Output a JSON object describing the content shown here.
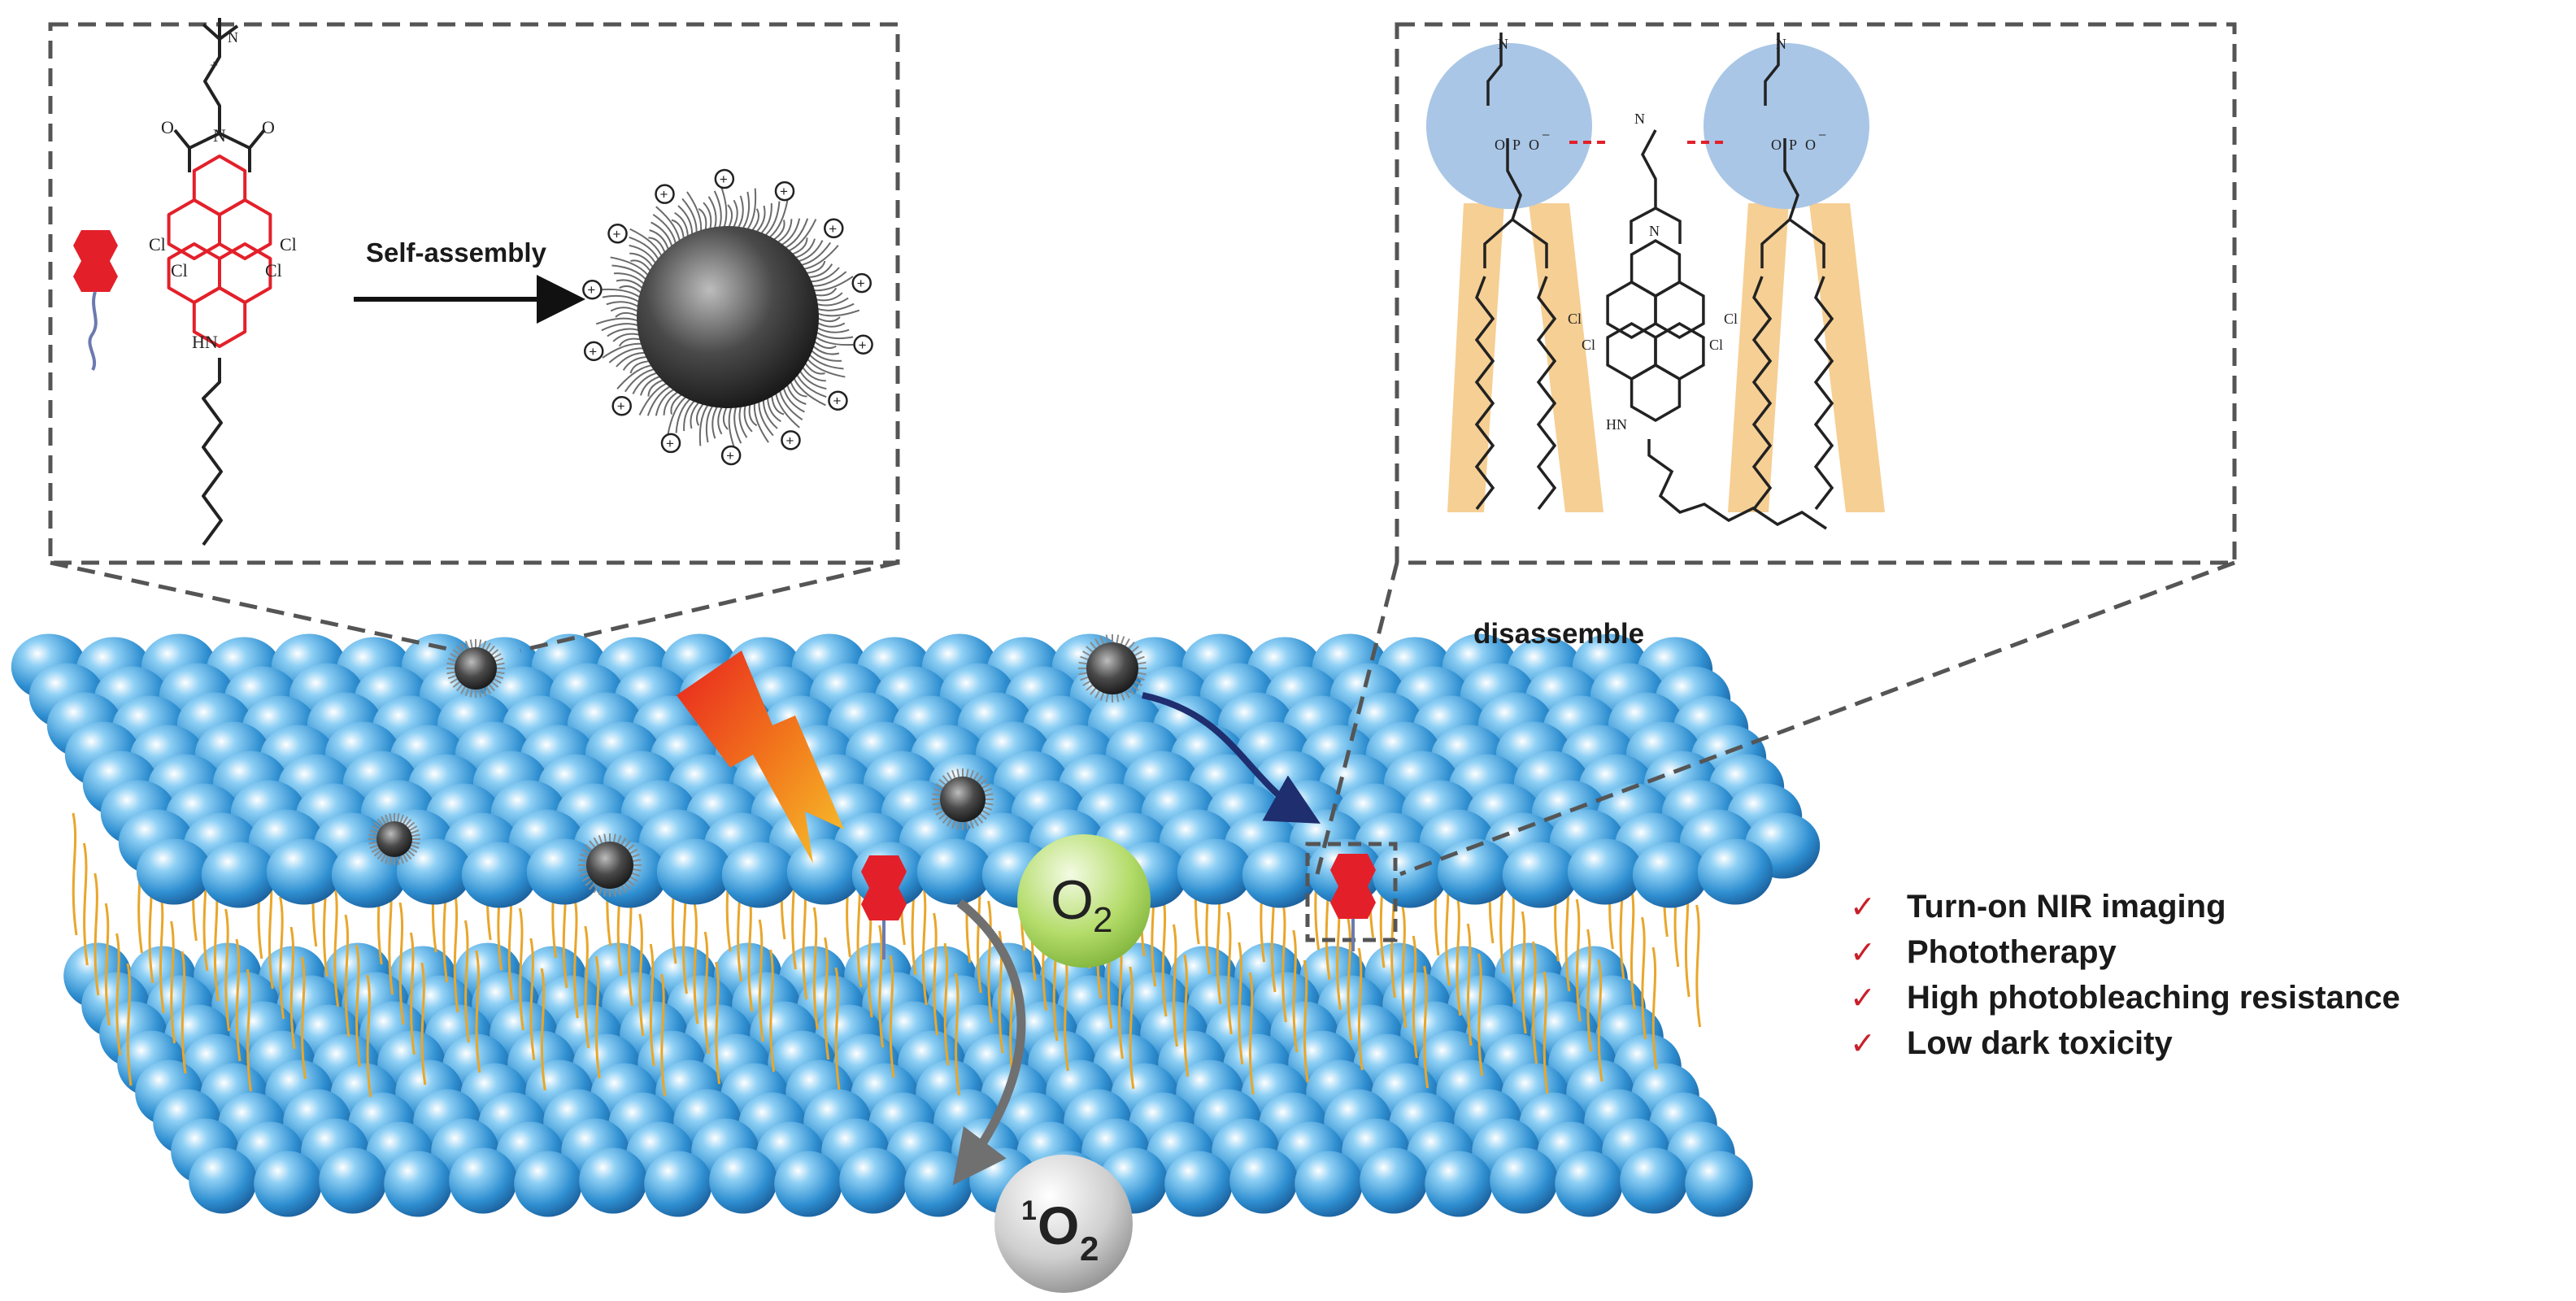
{
  "labels": {
    "self_assembly": "Self-assembly",
    "disassemble": "disassemble",
    "oxygen_symbol": "O",
    "oxygen_sub": "2",
    "singlet_sup": "1",
    "singlet_symbol": "O",
    "singlet_sub": "2"
  },
  "chem": {
    "chloro": "Cl",
    "imide_n": "N",
    "amine": "HN",
    "oxygen": "O",
    "phosphorus": "P",
    "ammonium_n": "N",
    "plus": "+",
    "minus": "−",
    "charge_plus": "+"
  },
  "benefits": [
    {
      "label": "Turn-on NIR imaging"
    },
    {
      "label": "Phototherapy"
    },
    {
      "label": "High photobleaching resistance"
    },
    {
      "label": "Low dark toxicity"
    }
  ],
  "colors": {
    "lipid_head": "#2f8fd0",
    "lipid_tail": "#e9a62a",
    "dye_red": "#e3202a",
    "oxygen_green": "#a8d45a",
    "singlet_grey": "#c4c4c4",
    "nanoparticle": "#3a3a3a",
    "check_red": "#c8202a",
    "arrow_navy": "#1f2e6e",
    "panel_bg_circle": "#a9c6e6",
    "panel_tail_band": "#f6cf94"
  },
  "icons": {
    "check": "check-icon",
    "lightning": "lightning-icon",
    "nanoparticle": "nanoparticle-icon",
    "dye": "dye-icon"
  }
}
